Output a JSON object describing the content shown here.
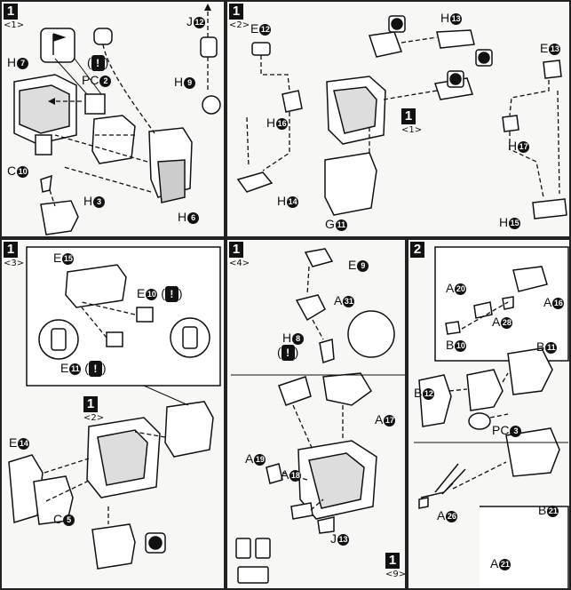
{
  "panels": {
    "p1": {
      "step": "1",
      "sub": "<1>",
      "labels": {
        "j12": "J",
        "h9": "H",
        "h7": "H",
        "pc2": "PC",
        "c10": "C",
        "h3": "H",
        "h6": "H"
      },
      "nums": {
        "j12": "12",
        "h9": "9",
        "h7": "7",
        "pc2": "2",
        "c10": "10",
        "h3": "3",
        "h6": "6"
      }
    },
    "p2": {
      "step": "1",
      "sub": "<2>",
      "labels": {
        "e12": "E",
        "h13": "H",
        "h16": "H",
        "h14": "H",
        "g11": "G",
        "e13": "E",
        "h17": "H",
        "h15": "H"
      },
      "nums": {
        "e12": "12",
        "h13": "13",
        "h16": "16",
        "h14": "14",
        "g11": "11",
        "e13": "13",
        "h17": "17",
        "h15": "15"
      },
      "ref_step": "1",
      "ref_sub": "<1>"
    },
    "p3": {
      "step": "1",
      "sub": "<3>",
      "labels": {
        "e15": "E",
        "e10": "E",
        "e11": "E",
        "e14": "E",
        "c5": "C"
      },
      "nums": {
        "e15": "15",
        "e10": "10",
        "e11": "11",
        "e14": "14",
        "c5": "5"
      },
      "ref_step": "1",
      "ref_sub": "<2>"
    },
    "p4": {
      "step": "1",
      "sub": "<4>",
      "labels": {
        "e9": "E",
        "a31": "A",
        "h8": "H",
        "a17": "A",
        "a19": "A",
        "a18": "A",
        "j13": "J"
      },
      "nums": {
        "e9": "9",
        "a31": "31",
        "h8": "8",
        "a17": "17",
        "a19": "19",
        "a18": "18",
        "j13": "13"
      },
      "ref_step": "1",
      "ref_sub": "<9>"
    },
    "p5": {
      "step": "2",
      "labels": {
        "a20": "A",
        "a16": "A",
        "a28": "A",
        "b10": "B",
        "b11": "B",
        "b12": "B",
        "pc3": "PC",
        "a26": "A",
        "b21": "B",
        "a21": "A"
      },
      "nums": {
        "a20": "20",
        "a16": "16",
        "a28": "28",
        "b10": "10",
        "b11": "11",
        "b12": "12",
        "pc3": "3",
        "a26": "26",
        "b21": "21",
        "a21": "21"
      }
    }
  },
  "order_marks": {
    "one": "1",
    "two": "2"
  },
  "warn_mark": "!"
}
